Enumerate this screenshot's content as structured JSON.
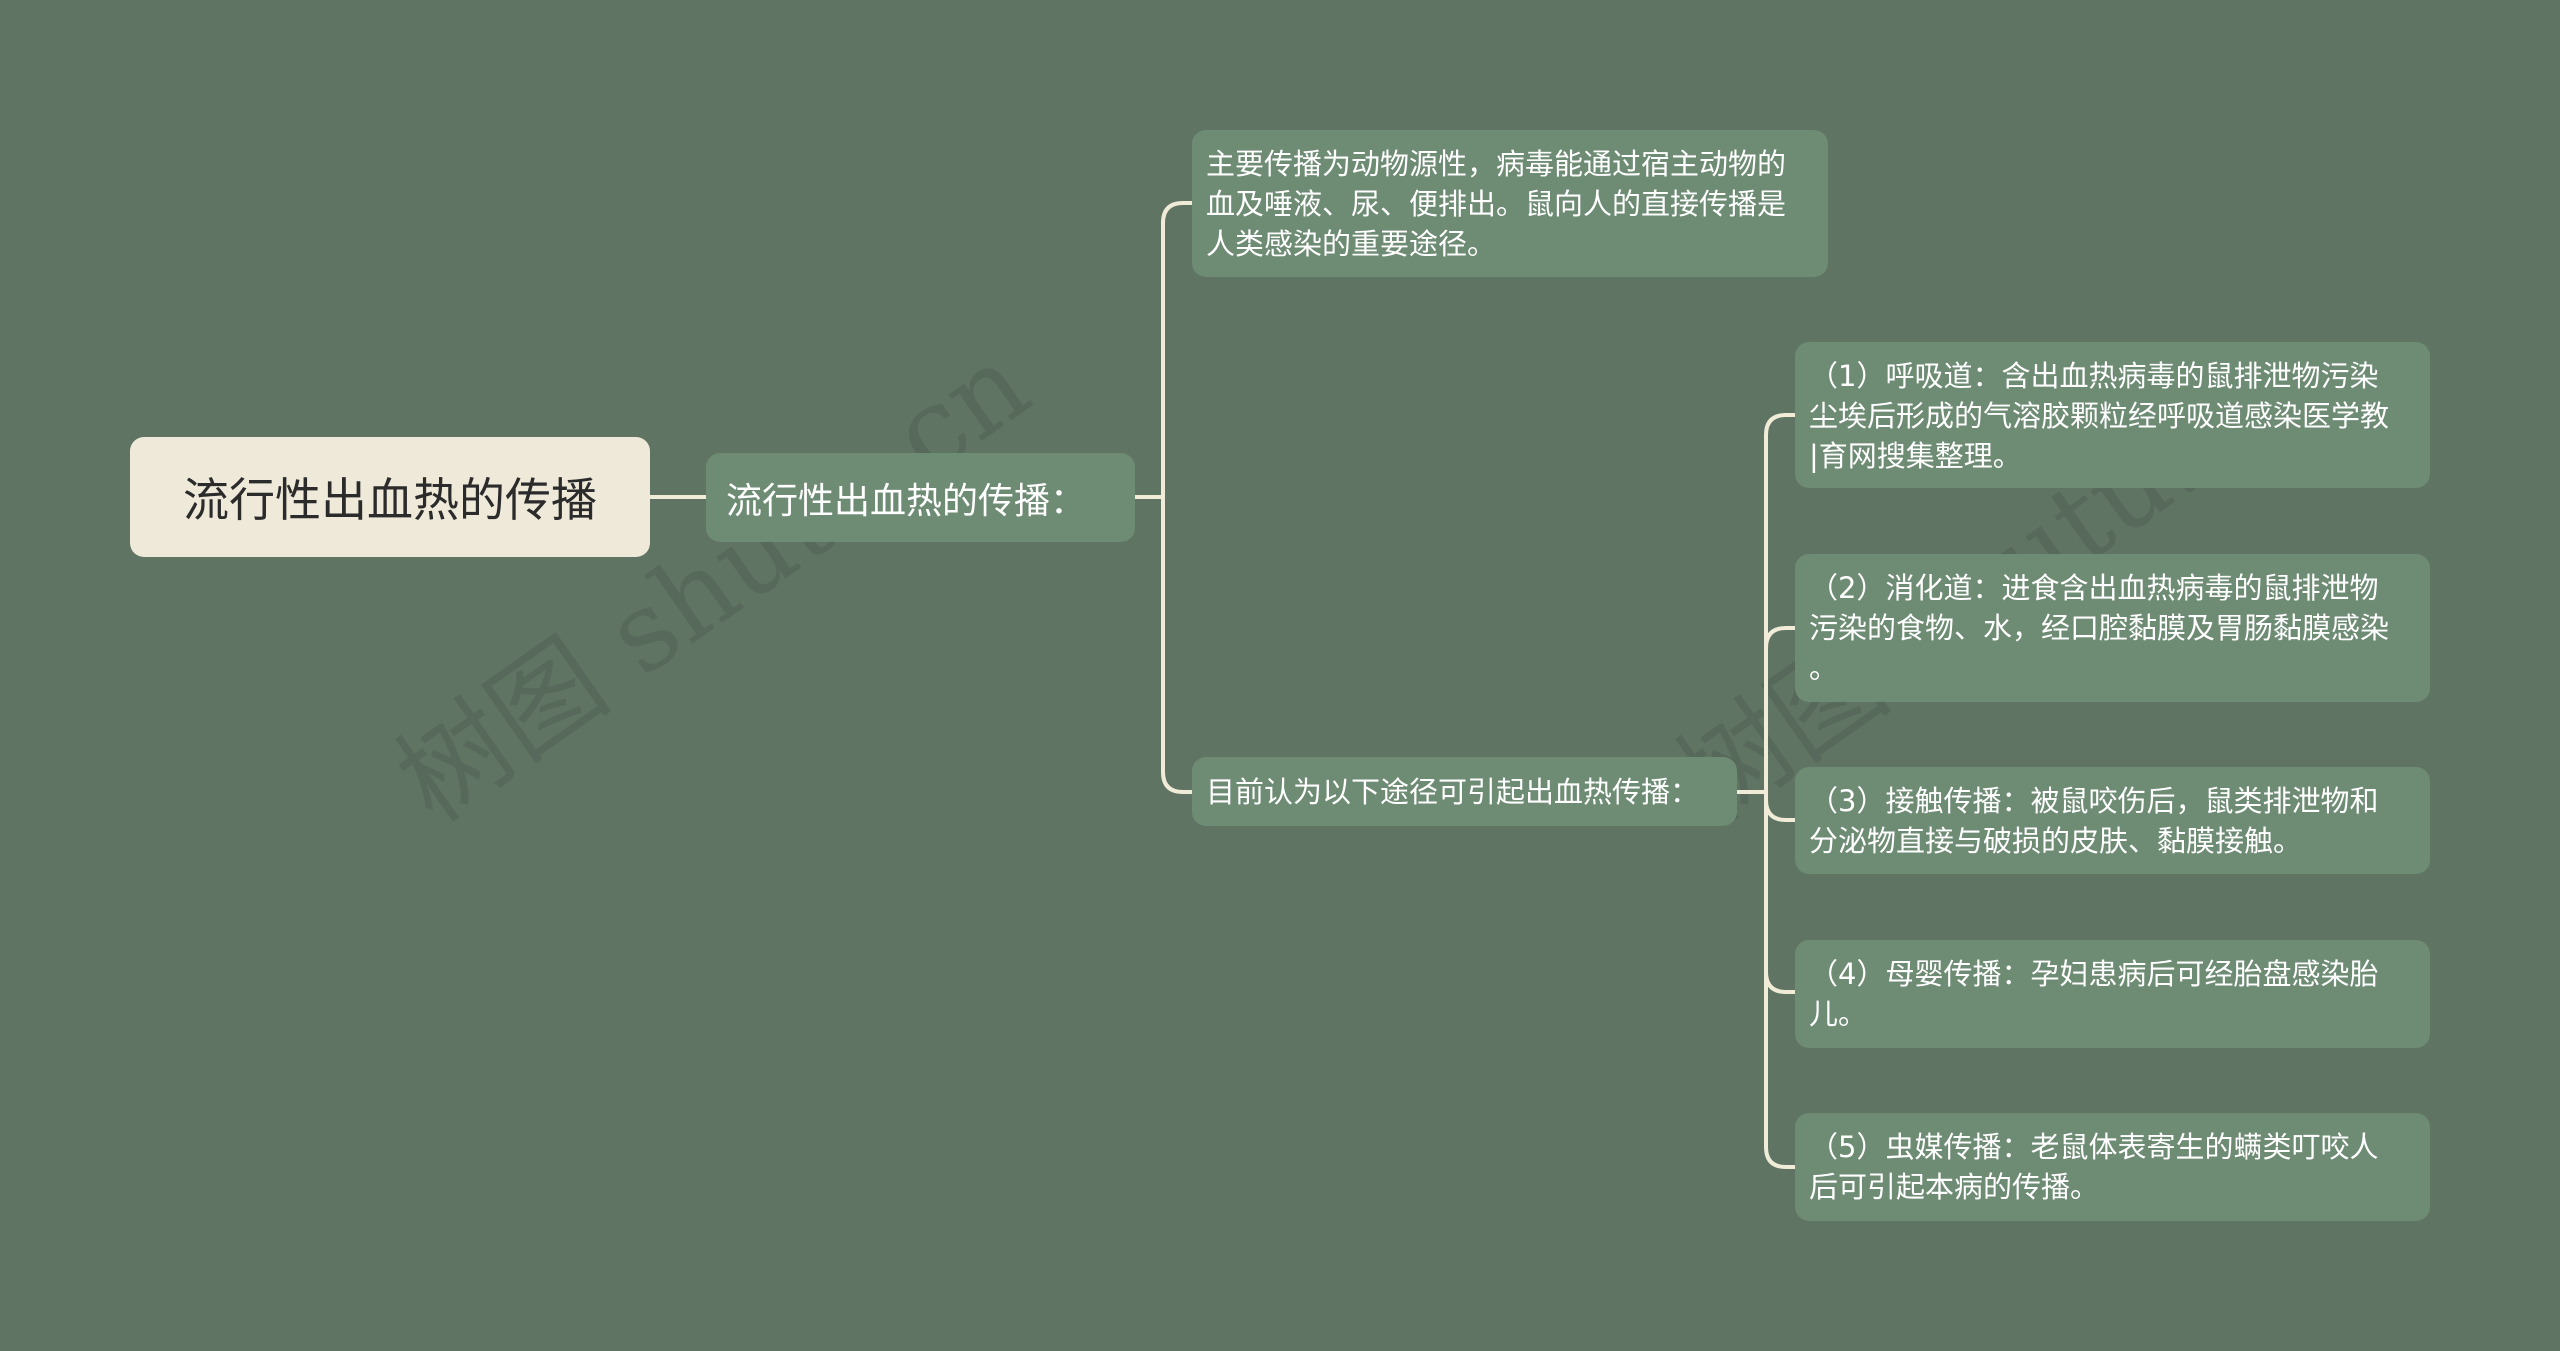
{
  "mindmap": {
    "root": {
      "label": "流行性出血热的传播"
    },
    "branch": {
      "label": "流行性出血热的传播："
    },
    "children": [
      {
        "label": "主要传播为动物源性，病毒能通过宿主动物的血及唾液、尿、便排出。鼠向人的直接传播是人类感染的重要途径。",
        "lines": [
          "主要传播为动物源性，病毒能通过宿主动物的",
          "血及唾液、尿、便排出。鼠向人的直接传播是",
          "人类感染的重要途径。"
        ]
      },
      {
        "label": "目前认为以下途径可引起出血热传播：",
        "children": [
          {
            "lines": [
              "（1）呼吸道：含出血热病毒的鼠排泄物污染",
              "尘埃后形成的气溶胶颗粒经呼吸道感染医学教",
              "|育网搜集整理。"
            ]
          },
          {
            "lines": [
              "（2）消化道：进食含出血热病毒的鼠排泄物",
              "污染的食物、水，经口腔黏膜及胃肠黏膜感染",
              "。"
            ]
          },
          {
            "lines": [
              "（3）接触传播：被鼠咬伤后，鼠类排泄物和",
              "分泌物直接与破损的皮肤、黏膜接触。"
            ]
          },
          {
            "lines": [
              "（4）母婴传播：孕妇患病后可经胎盘感染胎",
              "儿。"
            ]
          },
          {
            "lines": [
              "（5）虫媒传播：老鼠体表寄生的螨类叮咬人",
              "后可引起本病的传播。"
            ]
          }
        ]
      }
    ]
  },
  "watermarks": [
    {
      "text": "树图 shutu.cn"
    },
    {
      "text": "树图 shutu.cn"
    }
  ],
  "colors": {
    "background": "#607464",
    "node": "#6e8b74",
    "root": "#eee9d9",
    "connector": "#f0ecd8",
    "root_text": "#2b2b2b",
    "node_text": "#ffffff"
  }
}
